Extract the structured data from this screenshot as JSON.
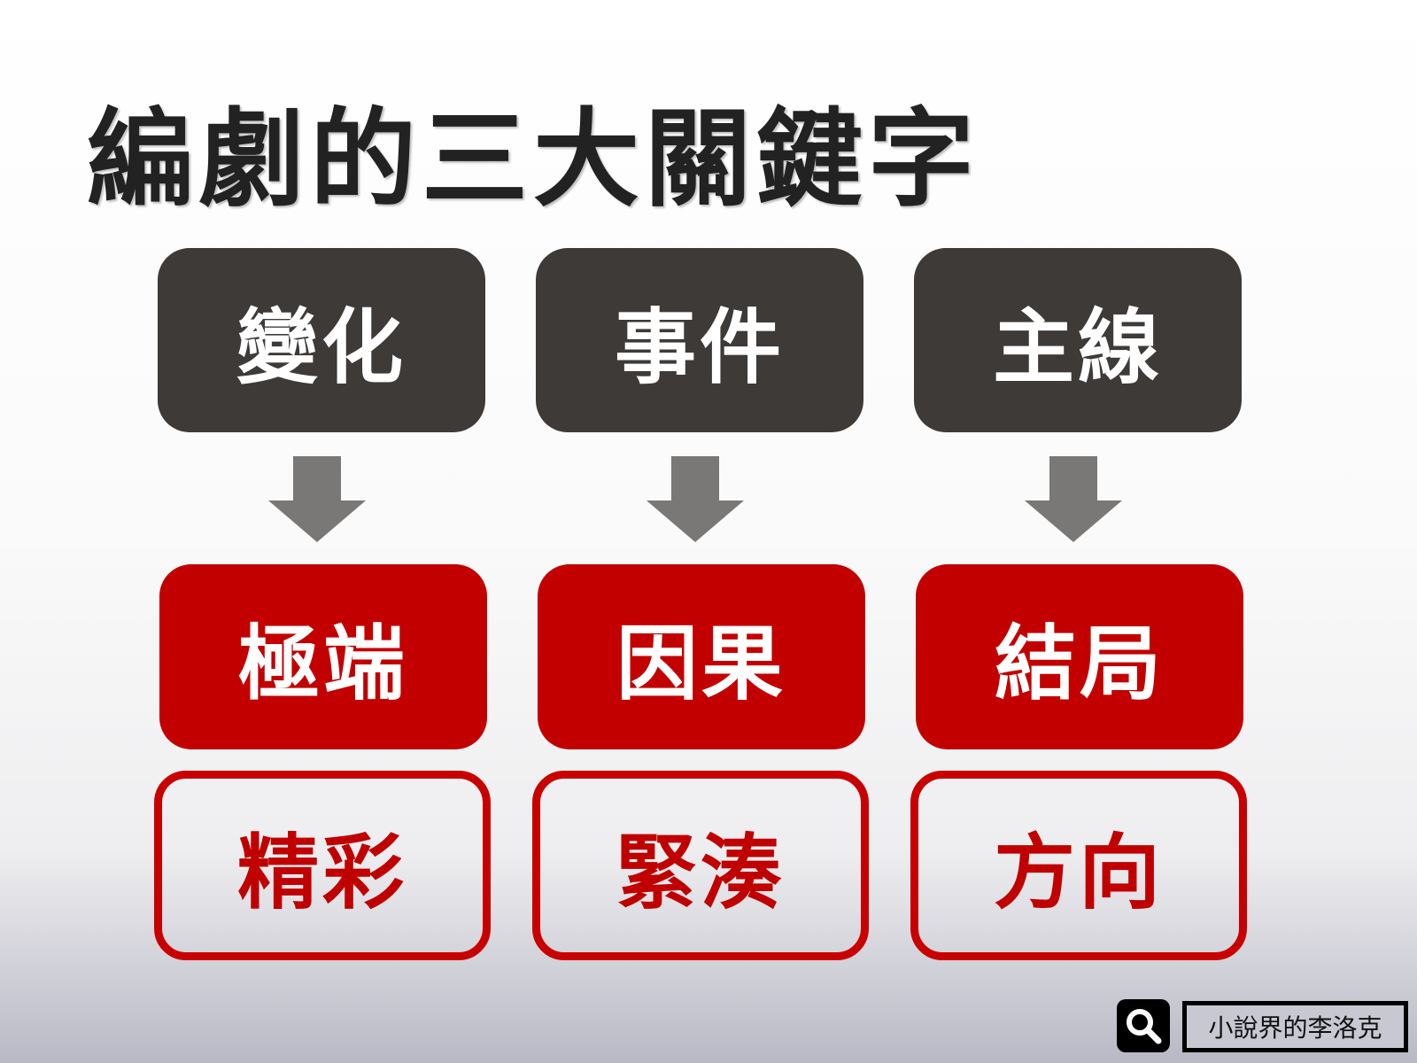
{
  "title": "編劇的三大關鍵字",
  "columns": [
    {
      "keyword": "變化",
      "principle": "極端",
      "effect": "精彩"
    },
    {
      "keyword": "事件",
      "principle": "因果",
      "effect": "緊湊"
    },
    {
      "keyword": "主線",
      "principle": "結局",
      "effect": "方向"
    }
  ],
  "watermark": {
    "icon": "search-icon",
    "text": "小說界的李洛克"
  },
  "colors": {
    "dark": "#3d3a38",
    "red": "#c30000",
    "arrow": "#7a7876"
  }
}
